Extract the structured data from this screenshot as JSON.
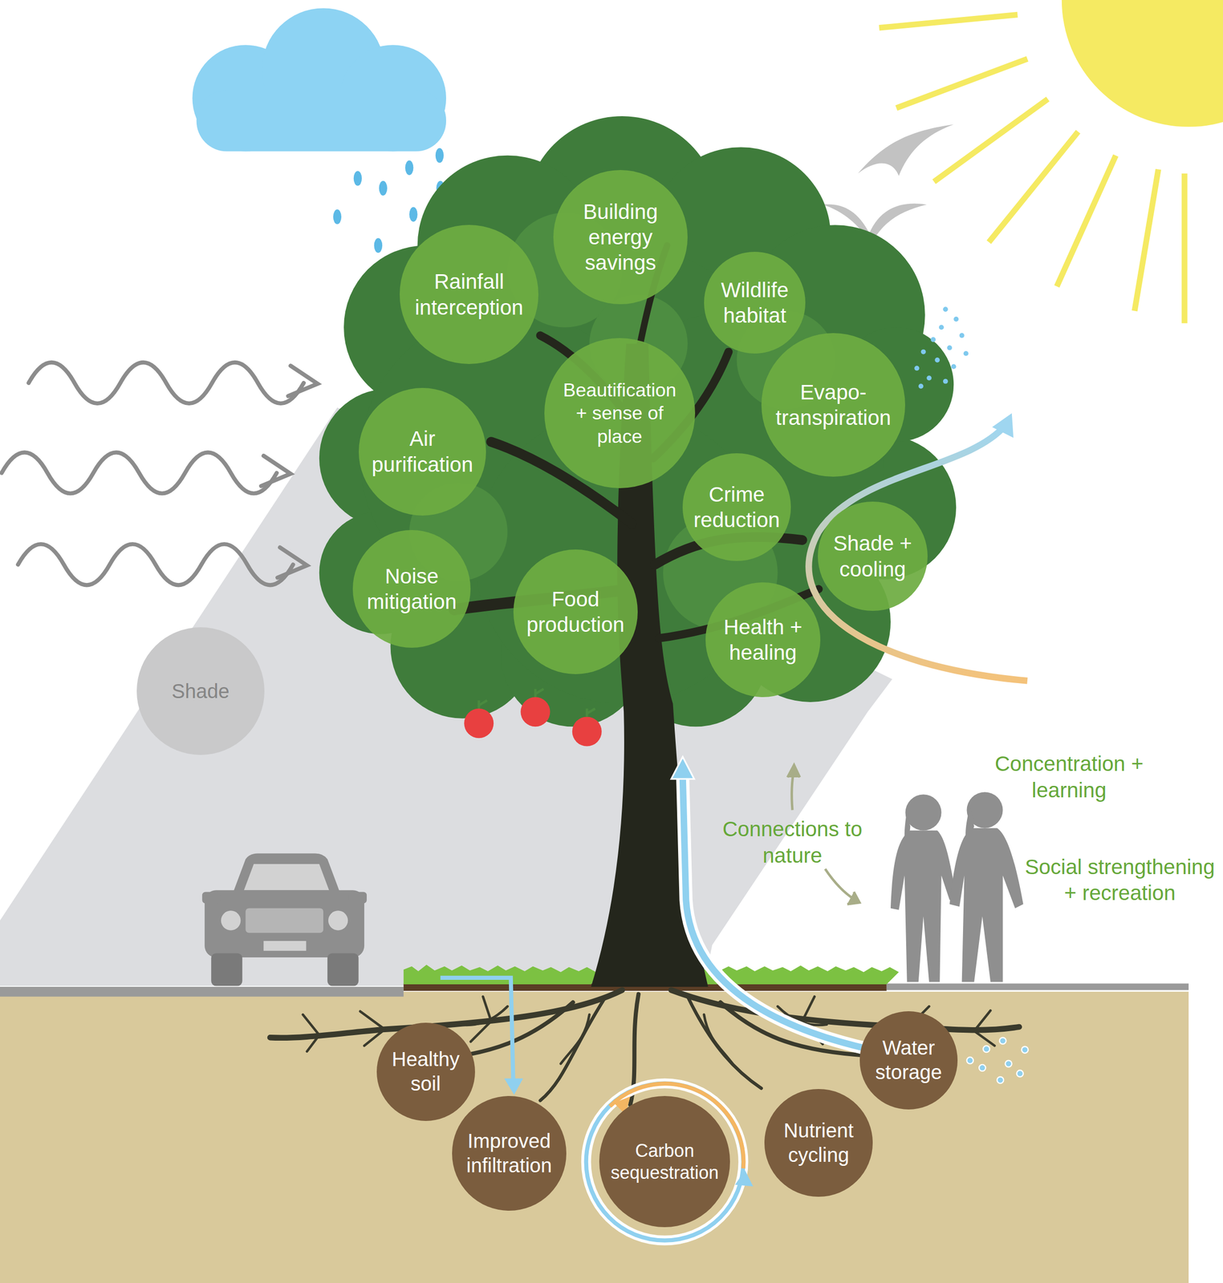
{
  "diagram": {
    "nodes": [
      {
        "text": [
          "Building energy savings"
        ]
      },
      {
        "text": [
          "Rainfall interception"
        ]
      },
      {
        "text": [
          "Wildlife habitat"
        ]
      },
      {
        "text": [
          "Beautification + sense of place"
        ]
      },
      {
        "text": [
          "Evapo- transpiration"
        ]
      },
      {
        "text": [
          "Air purification"
        ]
      },
      {
        "text": [
          "Crime reduction"
        ]
      },
      {
        "text": [
          "Shade + cooling"
        ]
      },
      {
        "text": [
          "Noise mitigation"
        ]
      },
      {
        "text": [
          "Food production"
        ]
      },
      {
        "text": [
          "Health + healing"
        ]
      },
      {
        "text": [
          "Shade"
        ]
      },
      {
        "text": [
          "Healthy soil"
        ]
      },
      {
        "text": [
          "Water storage"
        ]
      },
      {
        "text": [
          "Improved infiltration"
        ]
      },
      {
        "text": [
          "Nutrient cycling"
        ]
      },
      {
        "text": [
          "Carbon sequestration"
        ]
      }
    ],
    "labels": [
      "Connections to nature",
      "Concentration + learning",
      "Social strengthening + recreation"
    ]
  }
}
